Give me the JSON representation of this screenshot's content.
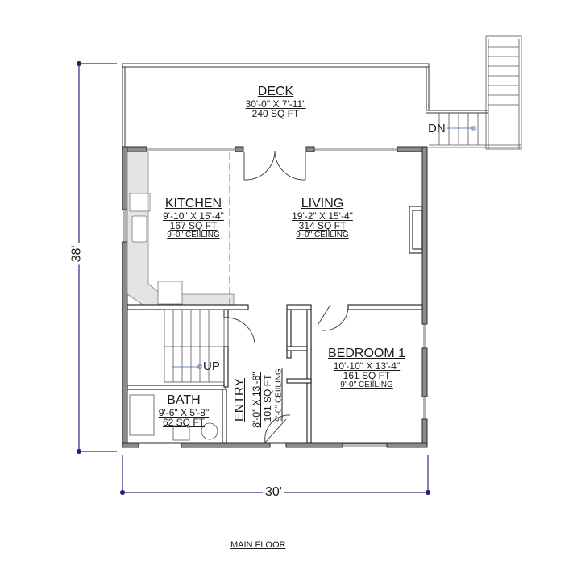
{
  "title": "MAIN FLOOR",
  "dimensions": {
    "width": "30'",
    "depth": "38'"
  },
  "rooms": {
    "deck": {
      "name": "DECK",
      "size": "30'-0\" X 7'-11\"",
      "area": "240 SQ FT"
    },
    "kitchen": {
      "name": "KITCHEN",
      "size": "9'-10\" X 15'-4\"",
      "area": "167 SQ FT",
      "ceiling": "9'-0\" CEIILING"
    },
    "living": {
      "name": "LIVING",
      "size": "19'-2\" X 15'-4\"",
      "area": "314 SQ FT",
      "ceiling": "9'-0\" CEIILING"
    },
    "bedroom1": {
      "name": "BEDROOM 1",
      "size": "10'-10\" X 13'-4\"",
      "area": "161 SQ FT",
      "ceiling": "9'-0\" CEIILING"
    },
    "bath": {
      "name": "BATH",
      "size": "9'-6\" X 5'-8\"",
      "area": "62 SQ FT"
    },
    "entry": {
      "name": "ENTRY",
      "size": "8'-0\" X 13'-8\"",
      "area": "101 SQ FT",
      "ceiling": "9'-0\" CEIILING"
    }
  },
  "stairs": {
    "up": "UP",
    "down": "DN"
  },
  "colors": {
    "wall": "#8c8c8c",
    "wall_outline": "#2b2b2b",
    "dimension": "#1f1f7a",
    "counter": "#d8d8d8"
  }
}
